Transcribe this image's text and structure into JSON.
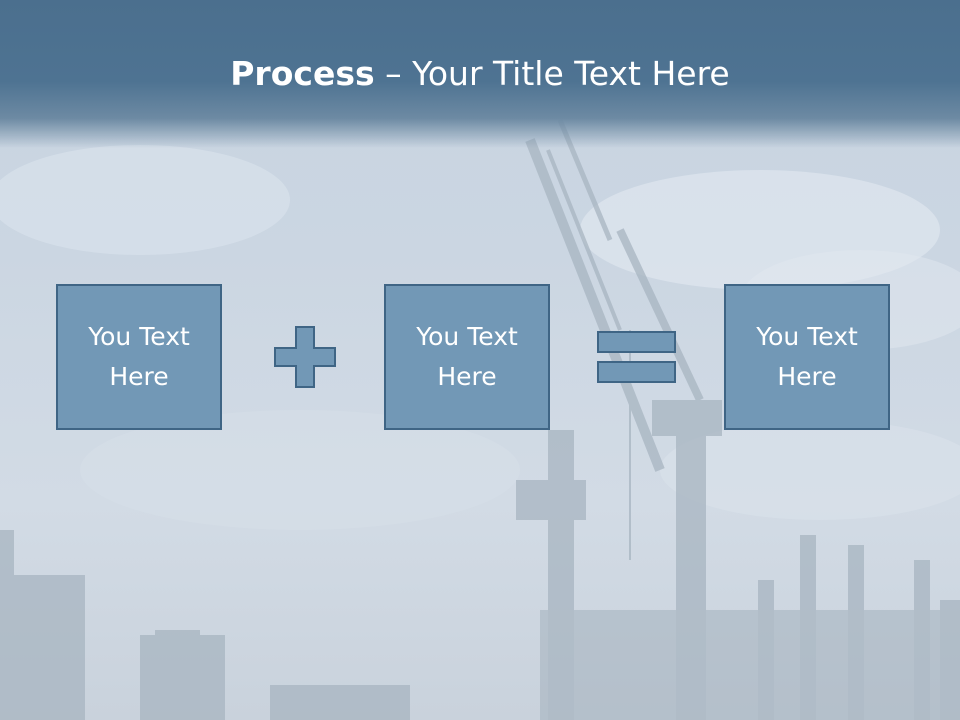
{
  "slide": {
    "title_bold": "Process",
    "title_rest": " – Your Title Text Here"
  },
  "process": {
    "boxes": [
      {
        "text": "You Text Here"
      },
      {
        "text": "You Text Here"
      },
      {
        "text": "You Text Here"
      }
    ],
    "operators": [
      "plus-icon",
      "equals-icon"
    ]
  },
  "colors": {
    "header": "#4e7392",
    "box_fill": "#7298b6",
    "box_border": "#3f6585",
    "title_text": "#ffffff"
  }
}
